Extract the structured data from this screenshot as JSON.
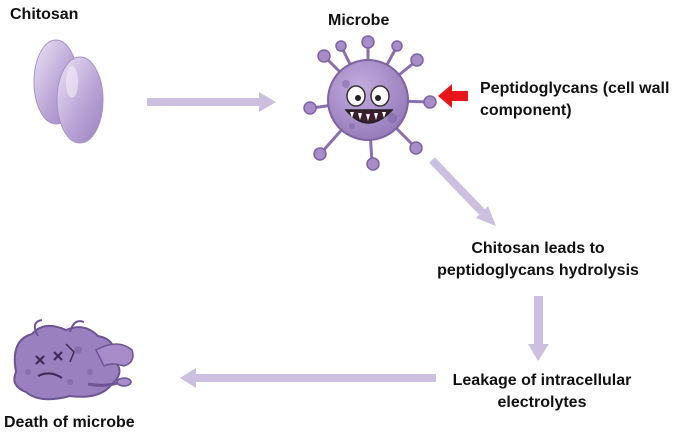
{
  "labels": {
    "chitosan": "Chitosan",
    "microbe": "Microbe",
    "peptidoglycans_line1": "Peptidoglycans (cell wall",
    "peptidoglycans_line2": "component)",
    "step1_line1": "Chitosan leads to",
    "step1_line2": "peptidoglycans hydrolysis",
    "step2_line1": "Leakage of intracellular",
    "step2_line2": "electrolytes",
    "death": "Death of microbe"
  },
  "icons": {
    "chitosan": "chitosan-capsules-icon",
    "microbe": "virus-microbe-icon",
    "pointer": "red-arrow-icon",
    "dead_microbe": "dead-microbe-icon"
  },
  "colors": {
    "arrow": "#cdbfe0",
    "capsule": "#b7a2d2",
    "microbe_body": "#a88cc9",
    "microbe_dark": "#7e63a3",
    "pointer": "#e8161b",
    "text": "#111111"
  }
}
